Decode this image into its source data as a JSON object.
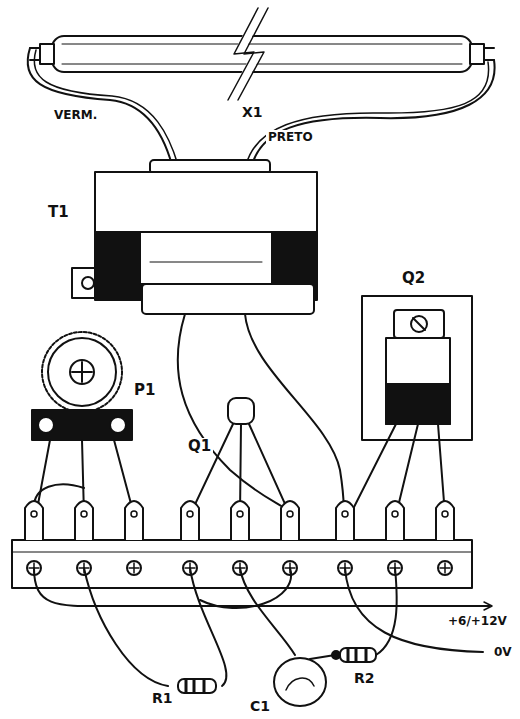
{
  "diagram": {
    "labels": [
      "X1",
      "VERM.",
      "PRETO",
      "T1",
      "Q2",
      "P1",
      "Q1",
      "R1",
      "C1",
      "R2",
      "+6/+12V",
      "0V"
    ]
  }
}
